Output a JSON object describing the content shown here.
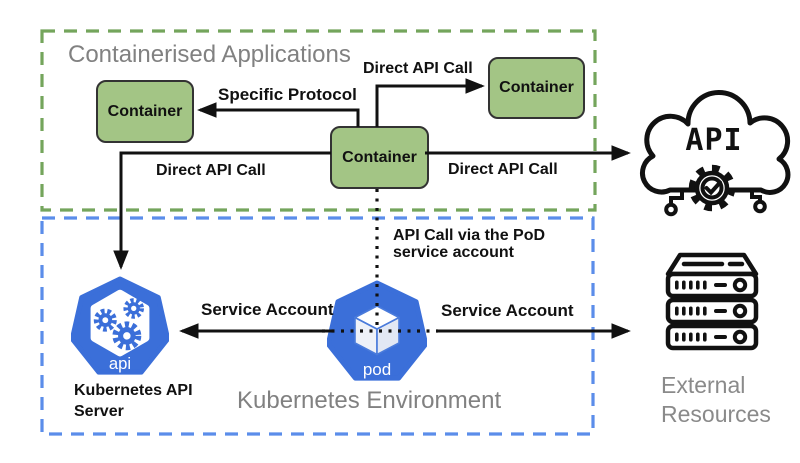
{
  "canvas": {
    "background": "#ffffff"
  },
  "colors": {
    "apps_border": "#74a55c",
    "k8s_border": "#5b8dea",
    "container_fill": "#a3c585",
    "container_border": "#333333",
    "kubernetes_blue": "#3b6fd9",
    "title_gray": "#818181",
    "arrow_black": "#111111"
  },
  "groups": {
    "apps": {
      "title": "Containerised Applications"
    },
    "k8s": {
      "title": "Kubernetes Environment"
    }
  },
  "containers": {
    "left": {
      "label": "Container"
    },
    "center": {
      "label": "Container"
    },
    "top_right": {
      "label": "Container"
    }
  },
  "arrows": {
    "specific_protocol": {
      "label": "Specific Protocol"
    },
    "direct_api_top": {
      "label": "Direct API Call"
    },
    "direct_api_left": {
      "label": "Direct API Call"
    },
    "direct_api_right": {
      "label": "Direct API Call"
    },
    "pod_api_call": {
      "line1": "API Call via the PoD",
      "line2": "service account"
    },
    "service_account_left": {
      "label": "Service Account"
    },
    "service_account_right": {
      "label": "Service Account"
    }
  },
  "nodes": {
    "k8s_api_server": {
      "icon_text": "api",
      "label_line1": "Kubernetes API",
      "label_line2": "Server"
    },
    "pod": {
      "icon_text": "pod"
    },
    "api_cloud": {
      "icon_text": "API"
    },
    "external_resources": {
      "label_line1": "External",
      "label_line2": "Resources"
    }
  }
}
